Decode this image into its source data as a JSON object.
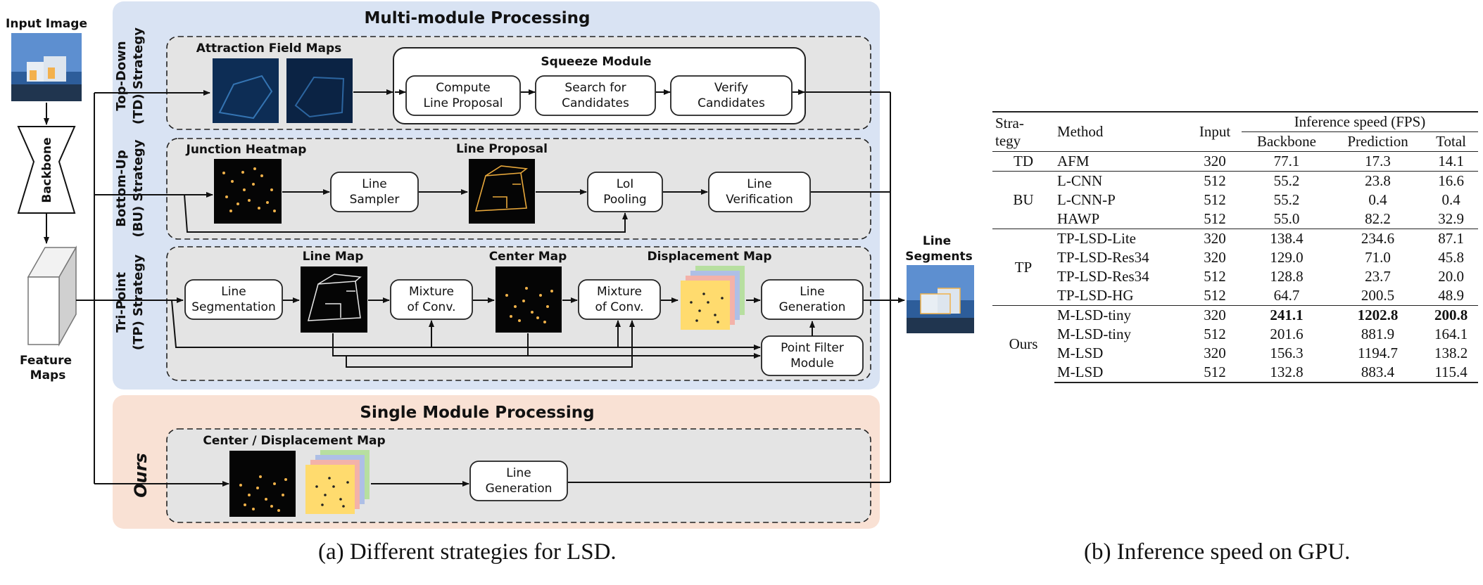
{
  "diagram": {
    "input_image_label": "Input Image",
    "backbone_label": "Backbone",
    "feature_maps_label": [
      "Feature",
      "Maps"
    ],
    "output_label": [
      "Line",
      "Segments"
    ],
    "multi_title": "Multi-module Processing",
    "single_title": "Single Module Processing",
    "td": {
      "strategy": [
        "Top-Down",
        "(TD) Strategy"
      ],
      "afm_label": "Attraction Field Maps",
      "squeeze_label": "Squeeze Module",
      "boxes": [
        [
          "Compute",
          "Line Proposal"
        ],
        [
          "Search for",
          "Candidates"
        ],
        [
          "Verify",
          "Candidates"
        ]
      ]
    },
    "bu": {
      "strategy": [
        "Bottom-Up",
        "(BU) Strategy"
      ],
      "junction_label": "Junction Heatmap",
      "proposal_label": "Line Proposal",
      "boxes": [
        [
          "Line",
          "Sampler"
        ],
        [
          "LoI",
          "Pooling"
        ],
        [
          "Line",
          "Verification"
        ]
      ]
    },
    "tp": {
      "strategy": [
        "Tri-Point",
        "(TP) Strategy"
      ],
      "line_map_label": "Line Map",
      "center_map_label": "Center Map",
      "disp_map_label": "Displacement Map",
      "boxes": [
        [
          "Line",
          "Segmentation"
        ],
        [
          "Mixture",
          "of Conv."
        ],
        [
          "Mixture",
          "of Conv."
        ],
        [
          "Line",
          "Generation"
        ],
        [
          "Point Filter",
          "Module"
        ]
      ]
    },
    "ours": {
      "strategy": "Ours",
      "cd_label": "Center / Displacement Map",
      "box": [
        "Line",
        "Generation"
      ]
    },
    "colors": {
      "multi_bg": "#d9e3f3",
      "single_bg": "#f9e1d4",
      "inner_bg": "#e4e4e4",
      "dark_map": "#050505",
      "yellow_map": "#ffdb6e",
      "afm_blue": "#0d2d55"
    }
  },
  "table": {
    "head": {
      "strategy": [
        "Stra-",
        "tegy"
      ],
      "method": "Method",
      "input": "Input",
      "speed": "Inference speed (FPS)",
      "cols": [
        "Backbone",
        "Prediction",
        "Total"
      ]
    },
    "groups": [
      {
        "strategy": "TD",
        "rows": [
          [
            "AFM",
            "320",
            "77.1",
            "17.3",
            "14.1"
          ]
        ]
      },
      {
        "strategy": "BU",
        "rows": [
          [
            "L-CNN",
            "512",
            "55.2",
            "23.8",
            "16.6"
          ],
          [
            "L-CNN-P",
            "512",
            "55.2",
            "0.4",
            "0.4"
          ],
          [
            "HAWP",
            "512",
            "55.0",
            "82.2",
            "32.9"
          ]
        ]
      },
      {
        "strategy": "TP",
        "rows": [
          [
            "TP-LSD-Lite",
            "320",
            "138.4",
            "234.6",
            "87.1"
          ],
          [
            "TP-LSD-Res34",
            "320",
            "129.0",
            "71.0",
            "45.8"
          ],
          [
            "TP-LSD-Res34",
            "512",
            "128.8",
            "23.7",
            "20.0"
          ],
          [
            "TP-LSD-HG",
            "512",
            "64.7",
            "200.5",
            "48.9"
          ]
        ]
      },
      {
        "strategy": "Ours",
        "rows": [
          [
            "M-LSD-tiny",
            "320",
            "241.1",
            "1202.8",
            "200.8"
          ],
          [
            "M-LSD-tiny",
            "512",
            "201.6",
            "881.9",
            "164.1"
          ],
          [
            "M-LSD",
            "320",
            "156.3",
            "1194.7",
            "138.2"
          ],
          [
            "M-LSD",
            "512",
            "132.8",
            "883.4",
            "115.4"
          ]
        ]
      }
    ]
  },
  "captions": {
    "a": "(a) Different strategies for LSD.",
    "b": "(b) Inference speed on GPU."
  }
}
